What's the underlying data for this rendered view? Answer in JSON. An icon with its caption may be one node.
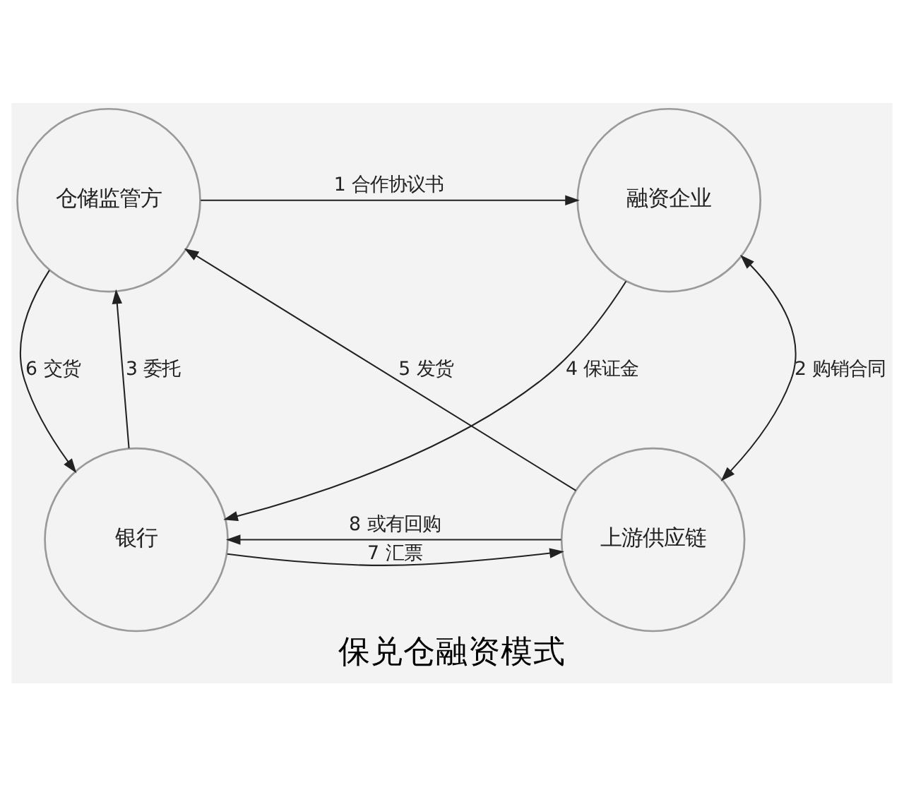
{
  "diagram": {
    "caption": "保兑仓融资模式",
    "nodes": [
      {
        "text": [
          "仓储监管方"
        ]
      },
      {
        "text": [
          "融资企业"
        ]
      },
      {
        "text": [
          "银行"
        ]
      },
      {
        "text": [
          "上游供应链"
        ]
      }
    ],
    "edges": [
      {
        "from": 0,
        "to": 1,
        "arrow": "to",
        "label": "1 合作协议书"
      },
      {
        "from": 3,
        "to": 1,
        "arrow": "both",
        "label": "2 购销合同"
      },
      {
        "from": 2,
        "to": 0,
        "arrow": "to",
        "label": "3 委托"
      },
      {
        "from": 1,
        "to": 2,
        "arrow": "to",
        "label": "4 保证金"
      },
      {
        "from": 3,
        "to": 0,
        "arrow": "to",
        "label": "5 发货"
      },
      {
        "from": 0,
        "to": 2,
        "arrow": "to",
        "label": "6 交货"
      },
      {
        "from": 2,
        "to": 3,
        "arrow": "to",
        "label": "7 汇票"
      },
      {
        "from": 3,
        "to": 2,
        "arrow": "to",
        "label": "8 或有回购"
      }
    ]
  }
}
